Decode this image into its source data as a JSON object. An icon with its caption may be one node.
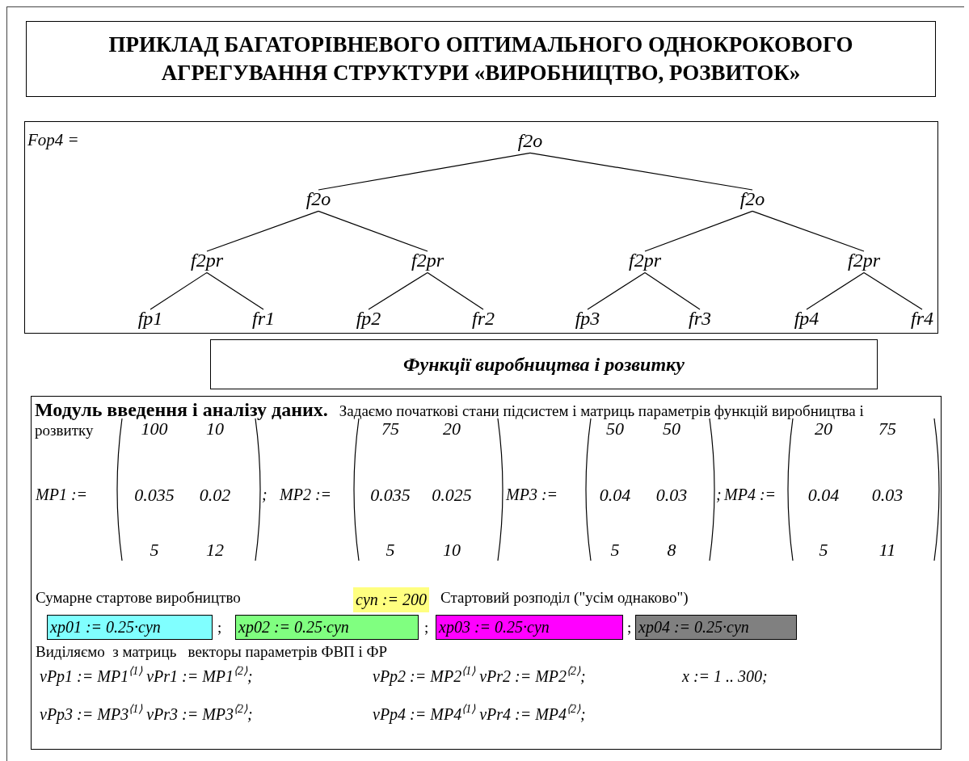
{
  "diagram": {
    "title": "ПРИКЛАД БАГАТОРІВНЕВОГО ОПТИМАЛЬНОГО ОДНОКРОКОВОГО АГРЕГУВАННЯ СТРУКТУРИ «ВИРОБНИЦТВО, РОЗВИТОК»",
    "nodes": [
      {
        "text": [
          "Fop4 ="
        ]
      },
      {
        "text": [
          "f2o"
        ],
        "in": 0
      },
      {
        "text": [
          "f2o"
        ],
        "in": 0
      },
      {
        "text": [
          "f2o"
        ],
        "in": 0
      },
      {
        "text": [
          "f2pr"
        ],
        "in": 0
      },
      {
        "text": [
          "f2pr"
        ],
        "in": 0
      },
      {
        "text": [
          "f2pr"
        ],
        "in": 0
      },
      {
        "text": [
          "f2pr"
        ],
        "in": 0
      },
      {
        "text": [
          "fp1"
        ],
        "in": 0
      },
      {
        "text": [
          "fr1"
        ],
        "in": 0
      },
      {
        "text": [
          "fp2"
        ],
        "in": 0
      },
      {
        "text": [
          "fr2"
        ],
        "in": 0
      },
      {
        "text": [
          "fp3"
        ],
        "in": 0
      },
      {
        "text": [
          "fr3"
        ],
        "in": 0
      },
      {
        "text": [
          "fp4"
        ],
        "in": 0
      },
      {
        "text": [
          "fr4"
        ],
        "in": 0
      },
      {
        "text": [
          "Функції виробництва і розвитку"
        ]
      },
      {
        "text": [
          "Модуль введення і аналізу даних.",
          "Задаємо початкові стани підсистем і   матриць параметрів функцій виробництва і розвитку",
          "MP1 :=",
          "100",
          "10",
          "0.035",
          "0.02",
          "5",
          "12",
          ";",
          "MP2 :=",
          "75",
          "20",
          "0.035",
          "0.025",
          "5",
          "10",
          "MP3 :=",
          "50",
          "50",
          "0.04",
          "0.03",
          "5",
          "8",
          ";",
          "MP4 :=",
          "20",
          "75",
          "0.04",
          "0.03",
          "5",
          "11",
          "Сумарне стартове виробництво",
          "Стартовий розподіл (\"усім однаково\")",
          ";",
          ";",
          ";",
          "Виділяємо  з матриць   векторы параметрів ФВП і ФР",
          "vPp1 := MP1$^{⟨1⟩}$ vPr1 := MP1$^{⟨2⟩}$;",
          "vPp2 := MP2$^{⟨1⟩}$ vPr2 := MP2$^{⟨2⟩}$;",
          "x := 1 .. 300;",
          "vPp3 := MP3$^{⟨1⟩}$ vPr3 := MP3$^{⟨2⟩}$;",
          "vPp4 := MP4$^{⟨1⟩}$ vPr4 := MP4$^{⟨2⟩}$;"
        ]
      },
      {
        "text": [
          "cyn := 200"
        ],
        "in": 17
      },
      {
        "text": [
          "xp01 := 0.25·cyn"
        ],
        "in": 17
      },
      {
        "text": [
          "xp02 := 0.25·cyn"
        ],
        "in": 17
      },
      {
        "text": [
          "xp03 := 0.25·cyn"
        ],
        "in": 17
      },
      {
        "text": [
          "xp04 := 0.25·cyn"
        ],
        "in": 17
      }
    ],
    "edges": [
      {
        "from": 1,
        "to": 2,
        "arrow": "none"
      },
      {
        "from": 1,
        "to": 3,
        "arrow": "none"
      },
      {
        "from": 2,
        "to": 4,
        "arrow": "none"
      },
      {
        "from": 2,
        "to": 5,
        "arrow": "none"
      },
      {
        "from": 3,
        "to": 6,
        "arrow": "none"
      },
      {
        "from": 3,
        "to": 7,
        "arrow": "none"
      },
      {
        "from": 4,
        "to": 8,
        "arrow": "none"
      },
      {
        "from": 4,
        "to": 9,
        "arrow": "none"
      },
      {
        "from": 5,
        "to": 10,
        "arrow": "none"
      },
      {
        "from": 5,
        "to": 11,
        "arrow": "none"
      },
      {
        "from": 6,
        "to": 12,
        "arrow": "none"
      },
      {
        "from": 6,
        "to": 13,
        "arrow": "none"
      },
      {
        "from": 7,
        "to": 14,
        "arrow": "none"
      },
      {
        "from": 7,
        "to": 15,
        "arrow": "none"
      }
    ]
  }
}
